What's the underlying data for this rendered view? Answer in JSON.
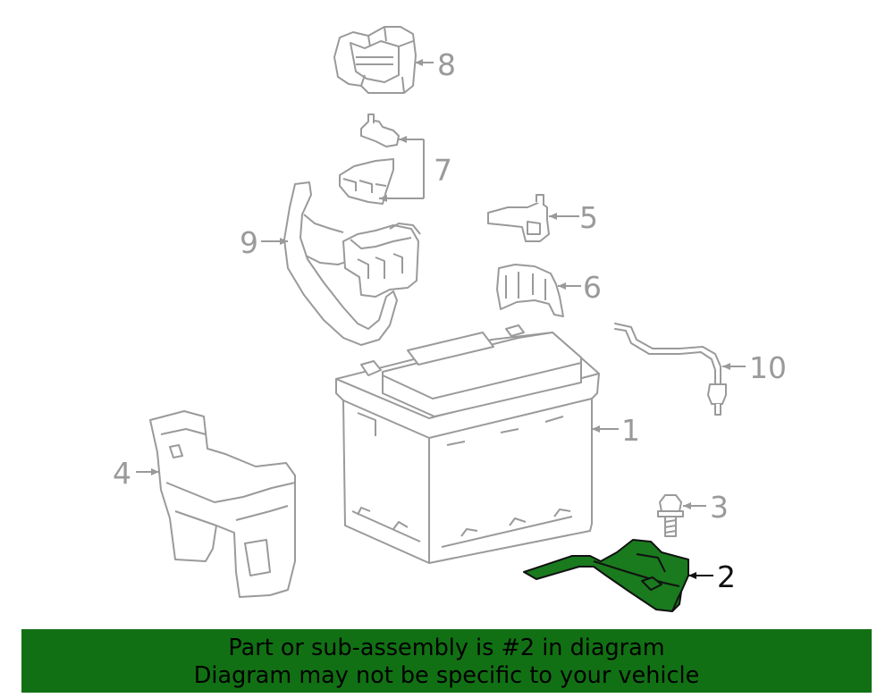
{
  "colors": {
    "line_gray": "#9a9a9a",
    "highlight_fill": "#1a7a1e",
    "highlight_stroke": "#111111",
    "banner_bg": "#127014",
    "banner_text": "#000000"
  },
  "callouts": {
    "p1": "1",
    "p2": "2",
    "p3": "3",
    "p4": "4",
    "p5": "5",
    "p6": "6",
    "p7": "7",
    "p8": "8",
    "p9": "9",
    "p10": "10"
  },
  "highlighted_part": "2",
  "banner": {
    "line1": "Part or sub-assembly is #2 in diagram",
    "line2": "Diagram may not be specific to your vehicle"
  }
}
